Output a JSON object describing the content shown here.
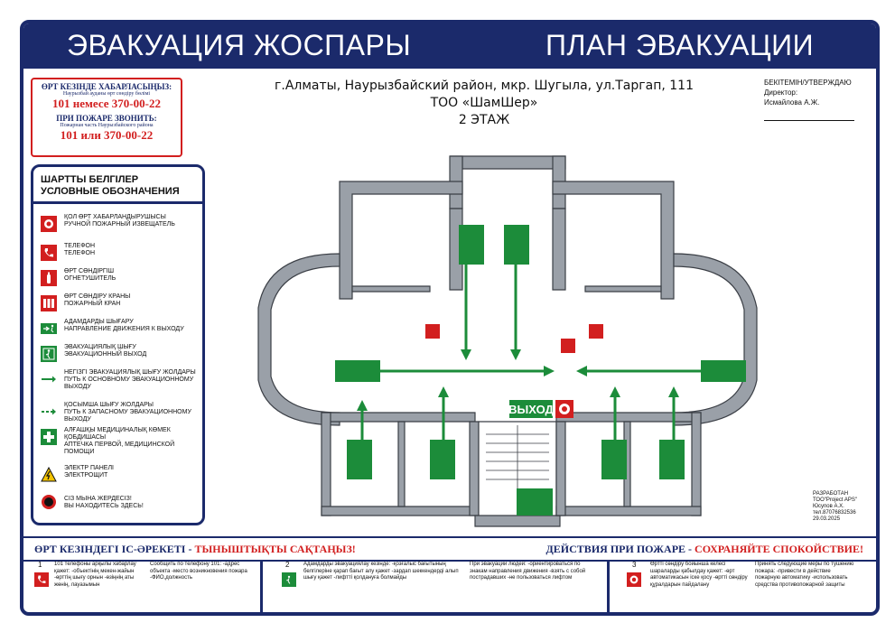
{
  "header": {
    "title_kz": "ЭВАКУАЦИЯ ЖОСПАРЫ",
    "title_ru": "ПЛАН ЭВАКУАЦИИ"
  },
  "contact": {
    "heading_kz": "ӨРТ КЕЗІНДЕ ХАБАРЛАСЫҢЫЗ:",
    "sub_kz": "Наурызбай ауданы өрт сөндіру бөлімі",
    "number_kz": "101 немесе 370-00-22",
    "heading_ru": "ПРИ ПОЖАРЕ ЗВОНИТЬ:",
    "sub_ru": "Пожарная часть Наурызбайского района",
    "number_ru": "101 или 370-00-22"
  },
  "address": {
    "line1": "г.Алматы, Наурызбайский район, мкр. Шугыла, ул.Таргап, 111",
    "line2": "ТОО «ШамШер»",
    "line3": "2 ЭТАЖ"
  },
  "approval": {
    "title": "БЕКІТЕМІН/УТВЕРЖДАЮ",
    "role": "Директор:",
    "name": "Исмайлова А.Ж."
  },
  "legend": {
    "heading_kz": "ШАРТТЫ БЕЛГІЛЕР",
    "heading_ru": "УСЛОВНЫЕ ОБОЗНАЧЕНИЯ",
    "items": [
      {
        "icon": "manual-call-point-icon",
        "kz": "ҚОЛ ӨРТ ХАБАРЛАНДЫРУШЫСЫ",
        "ru": "РУЧНОЙ ПОЖАРНЫЙ ИЗВЕЩАТЕЛЬ"
      },
      {
        "icon": "phone-icon",
        "kz": "ТЕЛЕФОН",
        "ru": "ТЕЛЕФОН"
      },
      {
        "icon": "extinguisher-icon",
        "kz": "ӨРТ СӨНДІРГІШ",
        "ru": "ОГНЕТУШИТЕЛЬ"
      },
      {
        "icon": "fire-hydrant-icon",
        "kz": "ӨРТ СӨНДІРУ КРАНЫ",
        "ru": "ПОЖАРНЫЙ КРАН"
      },
      {
        "icon": "exit-direction-icon",
        "kz": "АДАМДАРДЫ ШЫҒАРУ",
        "ru": "НАПРАВЛЕНИЕ ДВИЖЕНИЯ К ВЫХОДУ"
      },
      {
        "icon": "emergency-exit-icon",
        "kz": "ЭВАКУАЦИЯЛЫҚ ШЫҒУ",
        "ru": "ЭВАКУАЦИОННЫЙ ВЫХОД"
      },
      {
        "icon": "main-route-arrow-icon",
        "kz": "НЕГІЗГІ ЭВАКУАЦИЯЛЫҚ ШЫҒУ ЖОЛДАРЫ",
        "ru": "ПУТЬ К ОСНОВНОМУ ЭВАКУАЦИОННОМУ ВЫХОДУ"
      },
      {
        "icon": "reserve-route-arrow-icon",
        "kz": "ҚОСЫМША ШЫҒУ ЖОЛДАРЫ",
        "ru": "ПУТЬ К ЗАПАСНОМУ ЭВАКУАЦИОННОМУ ВЫХОДУ"
      },
      {
        "icon": "first-aid-icon",
        "kz": "АЛҒАШҚЫ МЕДИЦИНАЛЫҚ КӨМЕК ҚОБДИШАСЫ",
        "ru": "АПТЕЧКА ПЕРВОЙ, МЕДИЦИНСКОЙ ПОМОЩИ"
      },
      {
        "icon": "electrical-panel-icon",
        "kz": "ЭЛЕКТР ПАНЕЛІ",
        "ru": "ЭЛЕКТРОЩИТ"
      },
      {
        "icon": "you-are-here-icon",
        "kz": "СІЗ МЫНА ЖЕРДЕСІЗ!",
        "ru": "ВЫ НАХОДИТЕСЬ ЗДЕСЬ!"
      }
    ]
  },
  "plan": {
    "exit_label": "ВЫХОД"
  },
  "developer": {
    "line1": "РАЗРАБОТАН",
    "line2": "ТОО\"Project APS\"",
    "line3": "Юсупов А.Х.",
    "line4": "тел.87076832536",
    "line5": "29.03.2025"
  },
  "bottom": {
    "left_prefix": "ӨРТ КЕЗІНДЕГІ ІС-ӘРЕКЕТІ - ",
    "left_highlight": "ТЫНЫШТЫҚТЫ САҚТАҢЫЗ!",
    "right_prefix": "ДЕЙСТВИЯ ПРИ ПОЖАРЕ - ",
    "right_highlight": "СОХРАНЯЙТЕ СПОКОЙСТВИЕ!"
  },
  "tips": {
    "n1": "1",
    "t1a": "101 телефоны арқылы хабарлау қажет: -объектінің мекен-жайын -өрттің шығу орнын -өзіңнің аты жөнің, лауазымын",
    "t1b": "Сообщить по телефону 101: -адрес объекта -место возникновения пожара -ФИО,должность",
    "n2": "2",
    "t2a": "Адамдарды эвакуациялау кезінде: -қозғалыс бағытының белгілеріне қарап бағыт алу қажет -зардап шеккендерді алып шығу қажет -лифтті қолдануға болмайды",
    "t2b": "При эвакуации людей: -ориентироваться по знакам направления движения -взять с собой пострадавших -не пользоваться лифтом",
    "n3": "3",
    "t3a": "Өртті сөндіру бойынша келесі шараларды қабылдау қажет: -өрт автоматикасын іске қосу -өртті сөндіру құралдарын пайдалану",
    "t3b": "Принять следующие меры по тушению пожара: -привести в действие пожарную автоматику -использовать средства противопожарной защиты"
  }
}
